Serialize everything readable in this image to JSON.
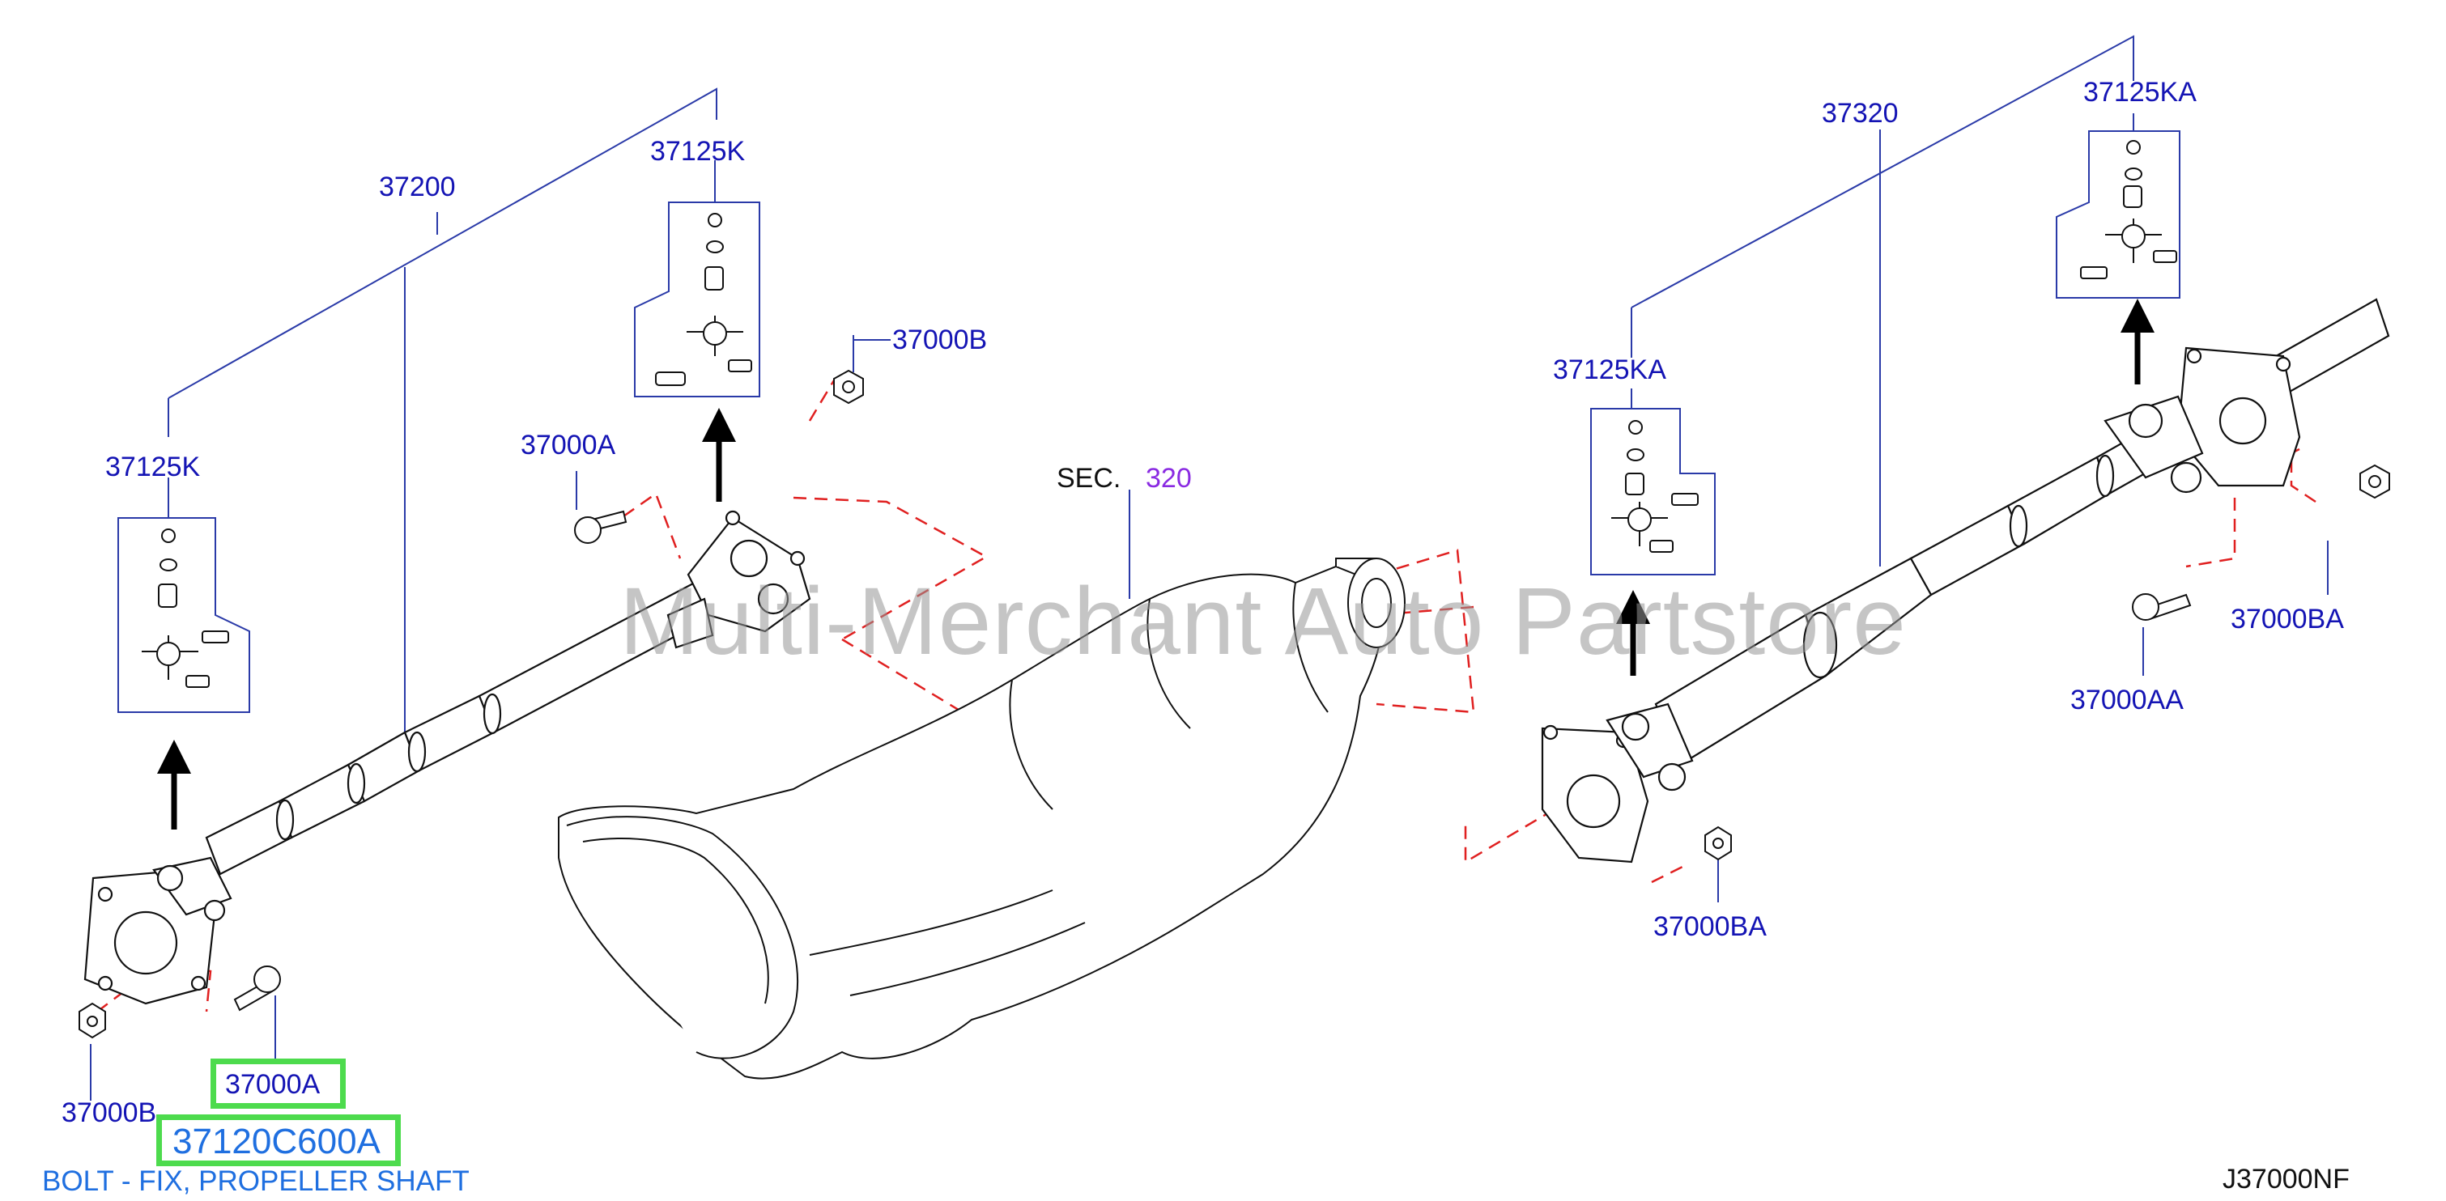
{
  "diagram": {
    "watermark": "Multi-Merchant Auto Partstore",
    "figure_code": "J37000NF",
    "section": {
      "prefix": "SEC.",
      "number": "320"
    },
    "callouts": {
      "c37200": "37200",
      "c37125K_top": "37125K",
      "c37125K_left": "37125K",
      "c37000B_top": "37000B",
      "c37000A_top": "37000A",
      "c37000B_bottom": "37000B",
      "c37320": "37320",
      "c37125KA_top": "37125KA",
      "c37125KA_mid": "37125KA",
      "c37000BA_right": "37000BA",
      "c37000AA": "37000AA",
      "c37000BA_bottom": "37000BA"
    },
    "highlighted": {
      "callout": "37000A",
      "part_number": "37120C600A",
      "description": "BOLT - FIX, PROPELLER SHAFT"
    },
    "colors": {
      "callout_text": "#1414b4",
      "leader_line": "#2a3aa8",
      "dashed_line": "#e02020",
      "highlight": "#4ddb4d",
      "part_text": "#1f6fe0",
      "section_number": "#8a2be2"
    }
  }
}
